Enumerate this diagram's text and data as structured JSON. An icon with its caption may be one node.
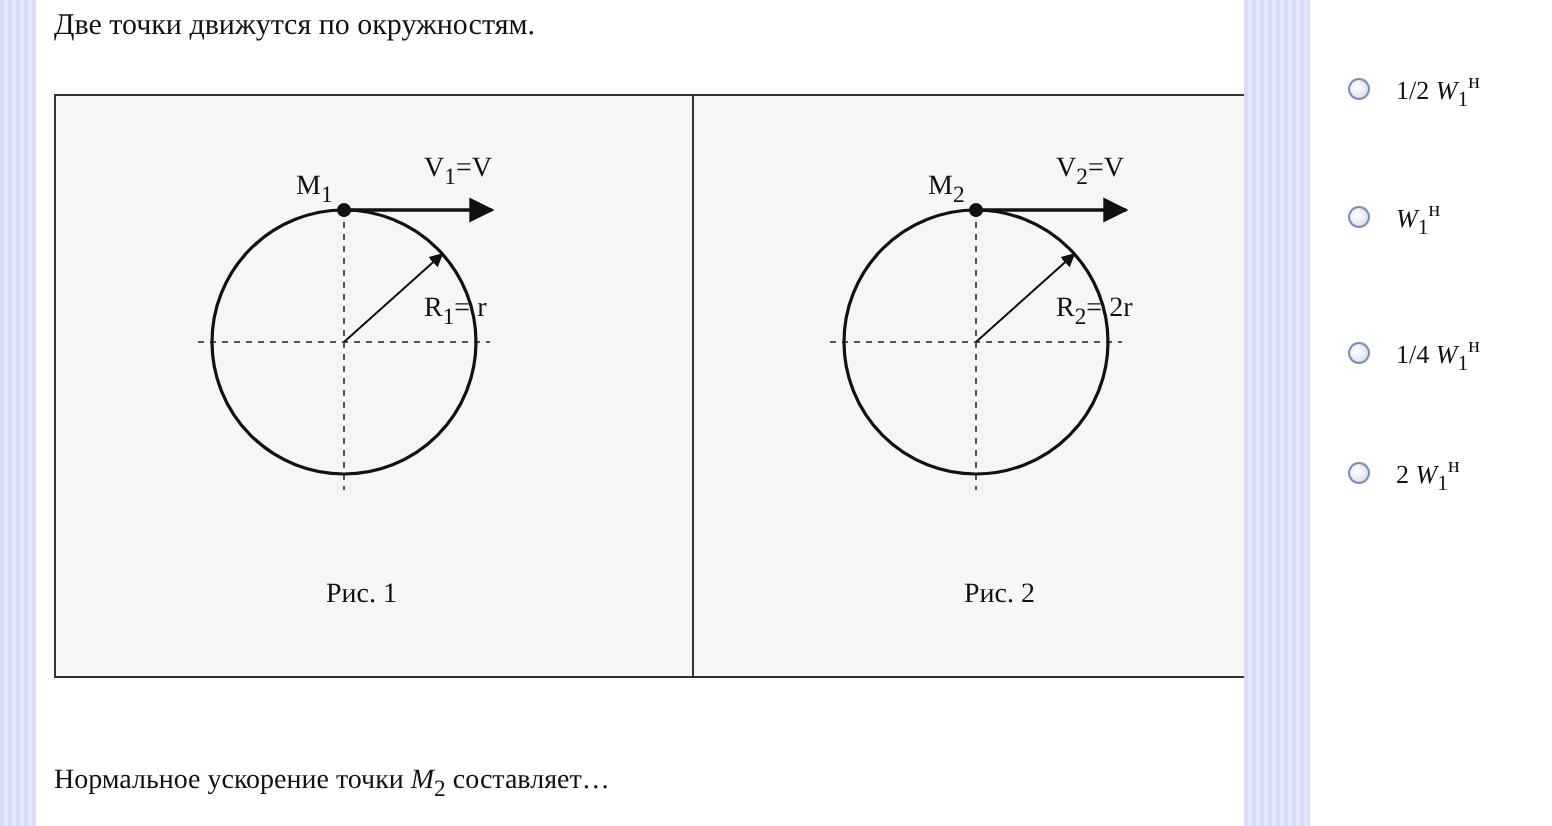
{
  "diagram": {
    "title": "Две точки движутся по окружностям.",
    "nodes": [
      {
        "text": [
          "Рис. 1"
        ]
      },
      {
        "text": [
          "Рис. 2"
        ]
      }
    ],
    "labels": [
      "M$_{1}$",
      "V$_{1}$=V",
      "R$_{1}$= r",
      "M$_{2}$",
      "V$_{2}$=V",
      "R$_{2}$= 2r",
      "Нормальное ускорение точки *M*$_{2}$ составляет…",
      "1/2 *W*$_{1}$$^{н}$",
      "*W*$_{1}$$^{н}$",
      "1/4 *W*$_{1}$$^{н}$",
      "2 *W*$_{1}$$^{н}$"
    ]
  }
}
